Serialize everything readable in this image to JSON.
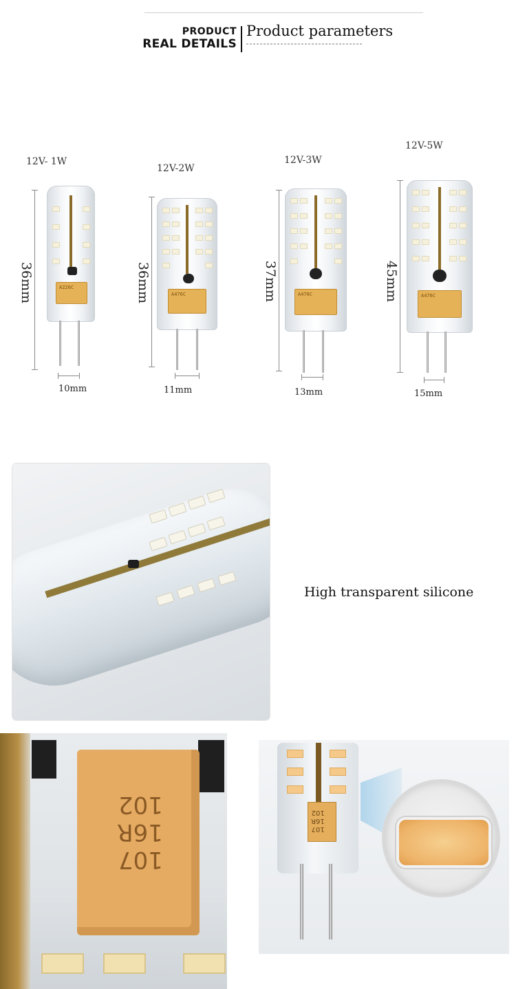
{
  "header": {
    "product": "PRODUCT",
    "real_details": "REAL DETAILS",
    "title": "Product parameters"
  },
  "specs": [
    {
      "label": "12V-  1W",
      "height": "36mm",
      "width": "10mm"
    },
    {
      "label": "12V-2W",
      "height": "36mm",
      "width": "11mm"
    },
    {
      "label": "12V-3W",
      "height": "37mm",
      "width": "13mm"
    },
    {
      "label": "12V-5W",
      "height": "45mm",
      "width": "15mm"
    }
  ],
  "chip_markings": [
    "A226C",
    "A476C",
    "A476C",
    "A476C"
  ],
  "silicone": {
    "caption": "High transparent silicone"
  },
  "closeup": {
    "chip_marking": "107\n16R\n102"
  },
  "macro": {
    "chip_marking": "107\n16R\n102"
  },
  "colors": {
    "led_warm": "#f6cf8e",
    "chip_amber": "#e6ab62",
    "copper_core": "#8b6b2a"
  }
}
